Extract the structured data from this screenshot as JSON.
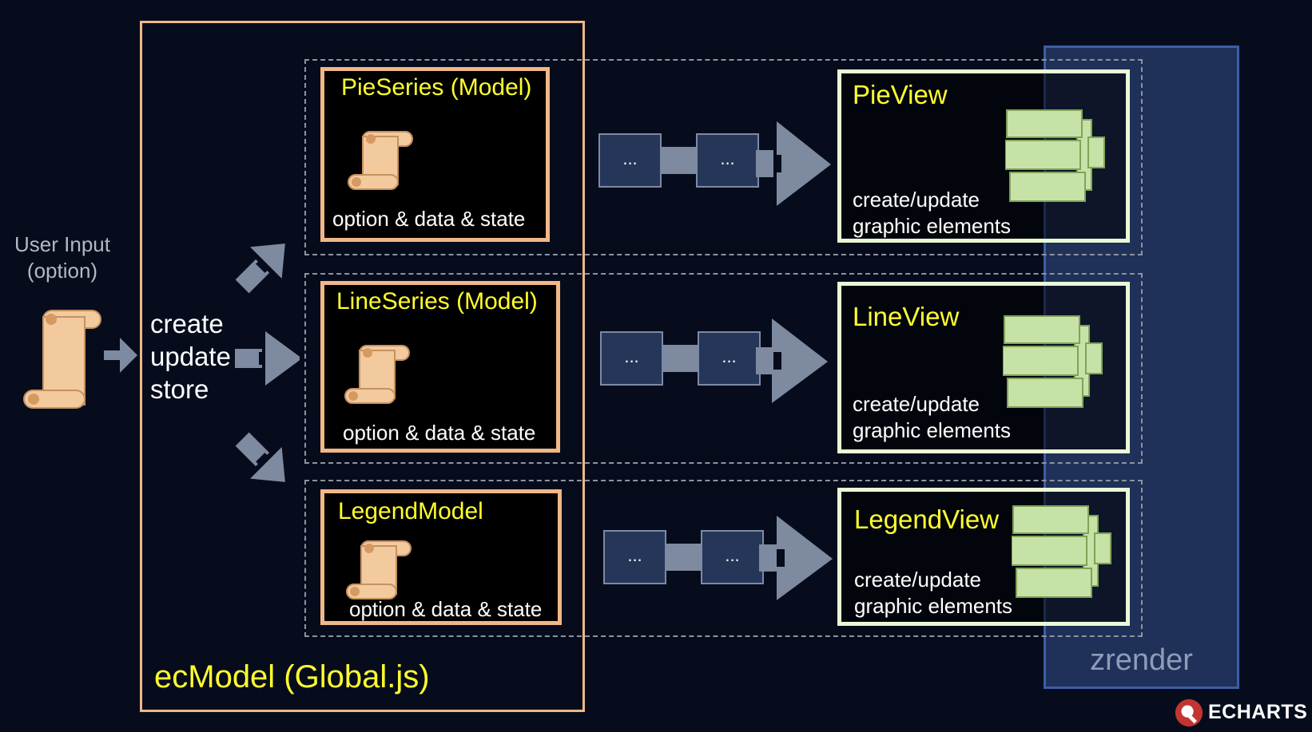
{
  "user_input": {
    "line1": "User Input",
    "line2": "(option)"
  },
  "actions": {
    "line1": "create",
    "line2": "update",
    "line3": "store"
  },
  "ecmodel_label": "ecModel (Global.js)",
  "zrender_label": "zrender",
  "rows": [
    {
      "model_title": "PieSeries (Model)",
      "model_sub": "option & data & state",
      "view_title": "PieView",
      "view_sub1": "create/update",
      "view_sub2": "graphic elements",
      "step1": "...",
      "step2": "..."
    },
    {
      "model_title": "LineSeries (Model)",
      "model_sub": "option & data & state",
      "view_title": "LineView",
      "view_sub1": "create/update",
      "view_sub2": "graphic elements",
      "step1": "...",
      "step2": "..."
    },
    {
      "model_title": "LegendModel",
      "model_sub": "option & data & state",
      "view_title": "LegendView",
      "view_sub1": "create/update",
      "view_sub2": "graphic elements",
      "step1": "...",
      "step2": "..."
    }
  ],
  "brand": "ECHARTS",
  "colors": {
    "background": "#070c1d",
    "model_border": "#f0b787",
    "view_border": "#e8fbd6",
    "title_yellow": "#ffff2e",
    "zrender_fill": "#2a3e70",
    "scroll_fill": "#f3c99e",
    "graphic_fill": "#c6e2a6",
    "arrow_grey": "#7d8aa0"
  },
  "icons": [
    "scroll-icon",
    "arrow-icon",
    "graphic-elements-icon",
    "echarts-logo-icon"
  ]
}
